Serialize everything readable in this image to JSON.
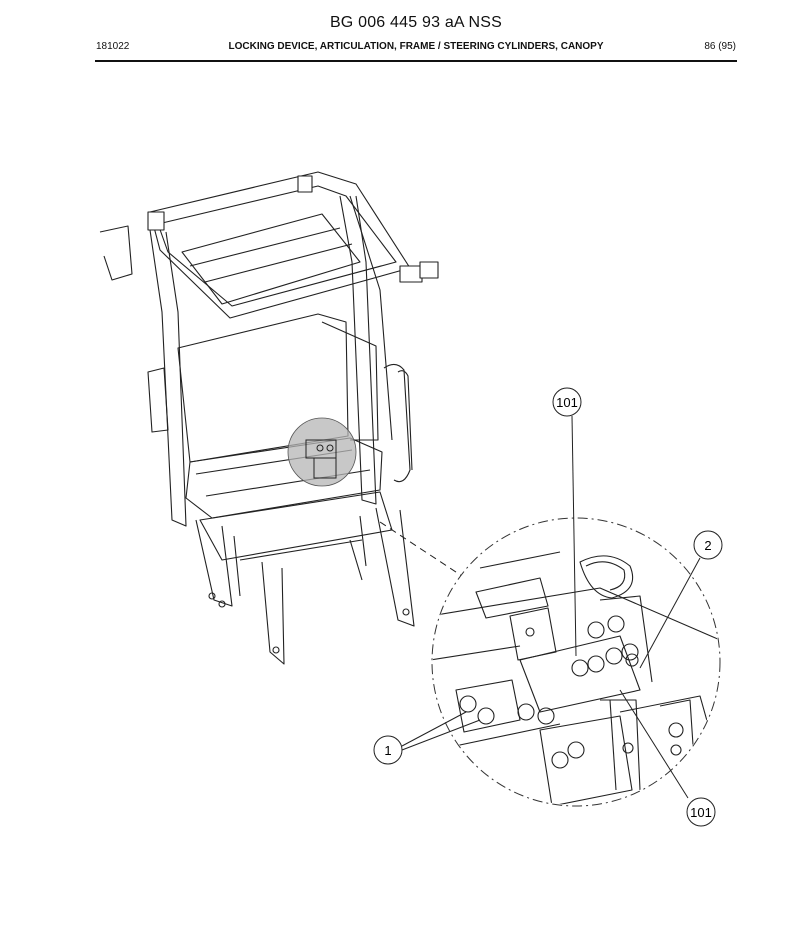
{
  "header": {
    "doc_id": "BG 006 445 93 aA NSS",
    "date": "181022",
    "section_title": "LOCKING DEVICE, ARTICULATION, FRAME / STEERING CYLINDERS, CANOPY",
    "page": "86 (95)"
  },
  "callouts": [
    "101",
    "2",
    "1",
    "101"
  ]
}
